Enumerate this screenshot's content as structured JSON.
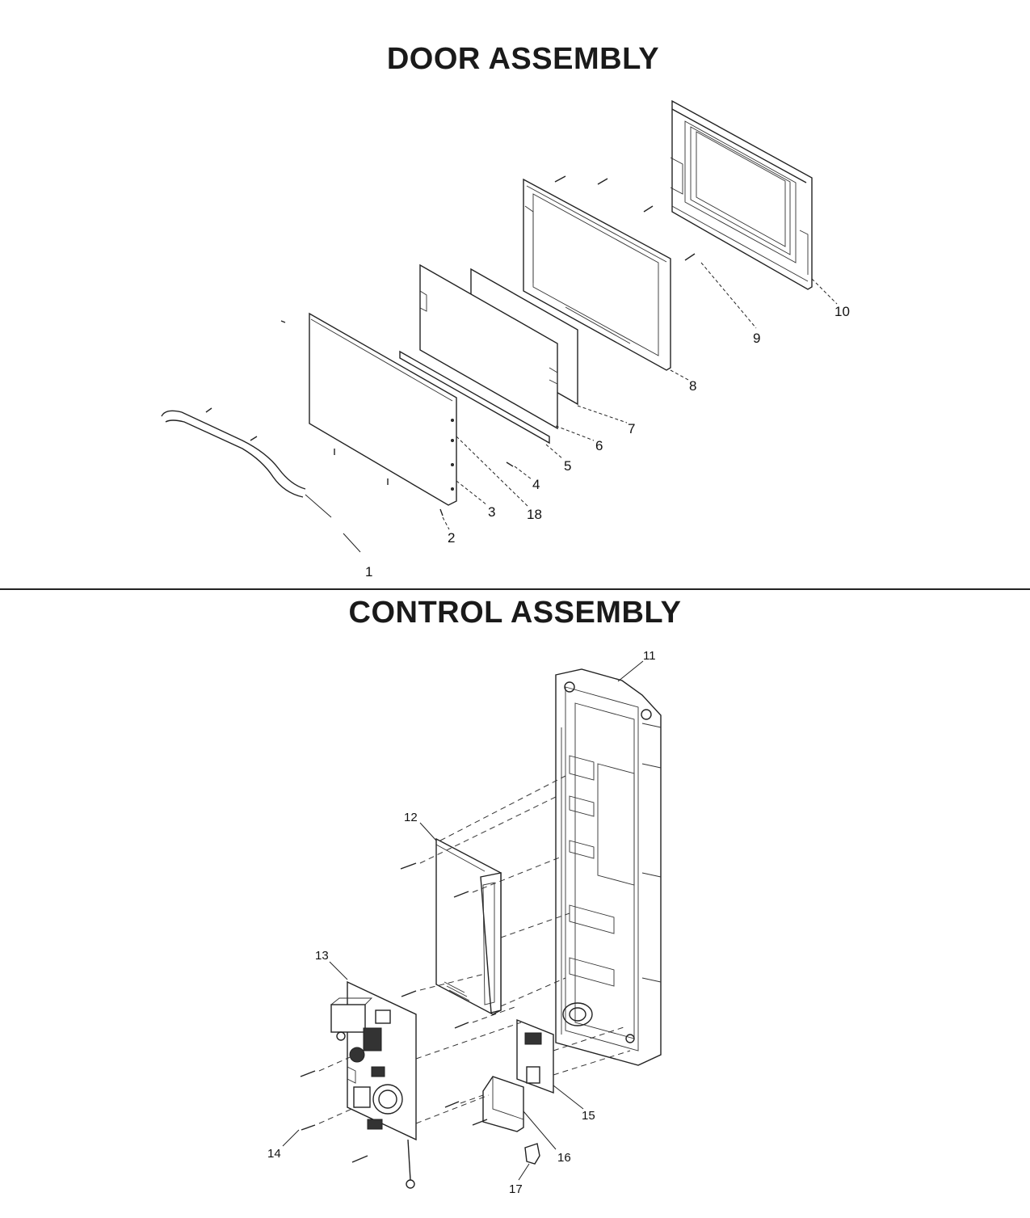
{
  "sections": {
    "door": {
      "title": "DOOR ASSEMBLY"
    },
    "control": {
      "title": "CONTROL ASSEMBLY"
    }
  },
  "callouts": {
    "c1": "1",
    "c2": "2",
    "c3": "3",
    "c4": "4",
    "c5": "5",
    "c6": "6",
    "c7": "7",
    "c8": "8",
    "c9": "9",
    "c10": "10",
    "c11": "11",
    "c12": "12",
    "c13": "13",
    "c14": "14",
    "c15": "15",
    "c16": "16",
    "c17": "17",
    "c18": "18"
  }
}
